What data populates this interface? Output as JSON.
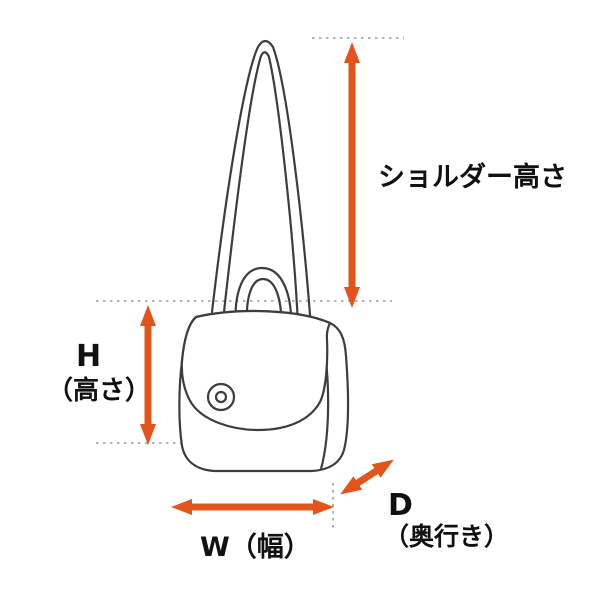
{
  "diagram": {
    "type": "bag-dimension-diagram",
    "labels": {
      "shoulder_height": "ショルダー高さ",
      "height_letter": "H",
      "height_sub": "（高さ）",
      "width": "W（幅）",
      "depth_letter": "D",
      "depth_sub": "（奥行き）"
    },
    "colors": {
      "arrow": "#e2541b",
      "line_art": "#3d3d3d",
      "guide": "#9a9a9a",
      "text": "#111111",
      "background": "#ffffff"
    }
  }
}
